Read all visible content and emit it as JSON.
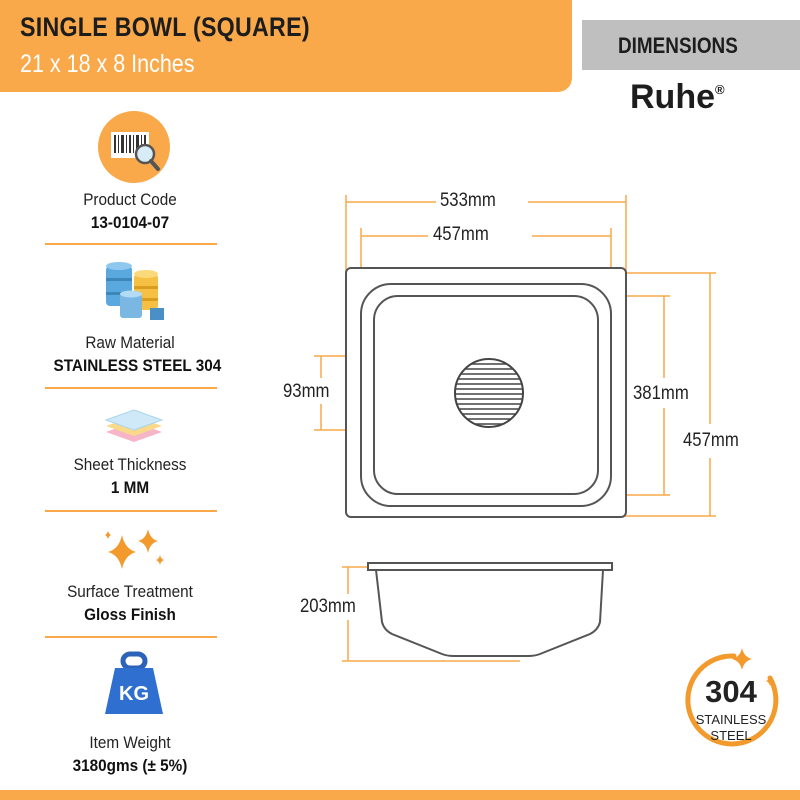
{
  "header": {
    "title": "SINGLE BOWL (SQUARE)",
    "subtitle": "21 x 18 x 8 Inches",
    "dimensions_tab": "DIMENSIONS",
    "brand": "Ruhe",
    "brand_mark": "®"
  },
  "specs": [
    {
      "label": "Product Code",
      "value": "13-0104-07",
      "icon": "barcode-magnifier-icon"
    },
    {
      "label": "Raw Material",
      "value": "STAINLESS STEEL 304",
      "icon": "metal-barrels-icon"
    },
    {
      "label": "Sheet Thickness",
      "value": "1 MM",
      "icon": "stacked-sheets-icon"
    },
    {
      "label": "Surface Treatment",
      "value": "Gloss Finish",
      "icon": "sparkles-icon"
    },
    {
      "label": "Item Weight",
      "value": "3180gms (± 5%)",
      "icon": "weight-kg-icon",
      "icon_text": "KG"
    }
  ],
  "dimensions": {
    "outer_width": "533mm",
    "inner_width": "457mm",
    "drain": "93mm",
    "inner_length": "381mm",
    "outer_length": "457mm",
    "depth": "203mm"
  },
  "badge": {
    "number": "304",
    "line1": "STAINLESS",
    "line2": "STEEL"
  },
  "colors": {
    "accent": "#f9a84a",
    "tab_gray": "#bfbfbf",
    "text_dark": "#1d1d1d"
  }
}
